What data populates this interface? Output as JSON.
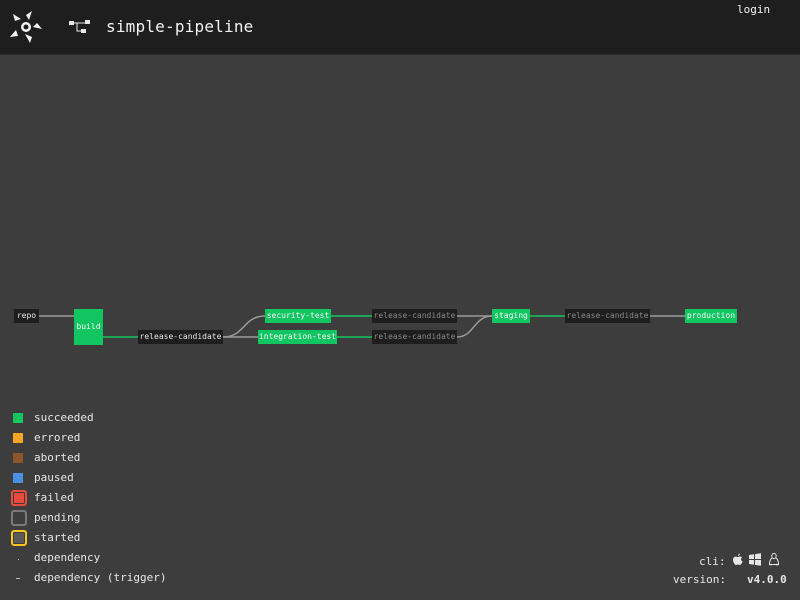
{
  "header": {
    "pipeline_name": "simple-pipeline",
    "login_label": "login",
    "logo_icon": "concourse-logo-icon",
    "pipeline_icon": "pipeline-icon"
  },
  "graph": {
    "nodes": {
      "repo": "repo",
      "build": "build",
      "rc_1": "release-candidate",
      "security_test": "security-test",
      "integration_test": "integration-test",
      "rc_2": "release-candidate",
      "rc_3": "release-candidate",
      "staging": "staging",
      "rc_4": "release-candidate",
      "production": "production"
    }
  },
  "legend": {
    "items": [
      {
        "label": "succeeded",
        "color": "#11c560"
      },
      {
        "label": "errored",
        "color": "#f5a623"
      },
      {
        "label": "aborted",
        "color": "#8b572a"
      },
      {
        "label": "paused",
        "color": "#4a90e2"
      },
      {
        "label": "failed",
        "color": "#e74c3c"
      },
      {
        "label": "pending",
        "color": "#9b9b9b"
      },
      {
        "label": "started",
        "color": "#f8c61c"
      },
      {
        "label": "dependency"
      },
      {
        "label": "dependency (trigger)"
      }
    ]
  },
  "footer": {
    "cli_label": "cli:",
    "cli_icons": [
      "apple-icon",
      "windows-icon",
      "linux-icon"
    ],
    "version_label": "version:",
    "version_value": "v4.0.0"
  },
  "colors": {
    "background": "#3d3d3d",
    "topbar": "#1e1e1e",
    "job_green": "#11c560",
    "resource": "#1e1e1e"
  }
}
